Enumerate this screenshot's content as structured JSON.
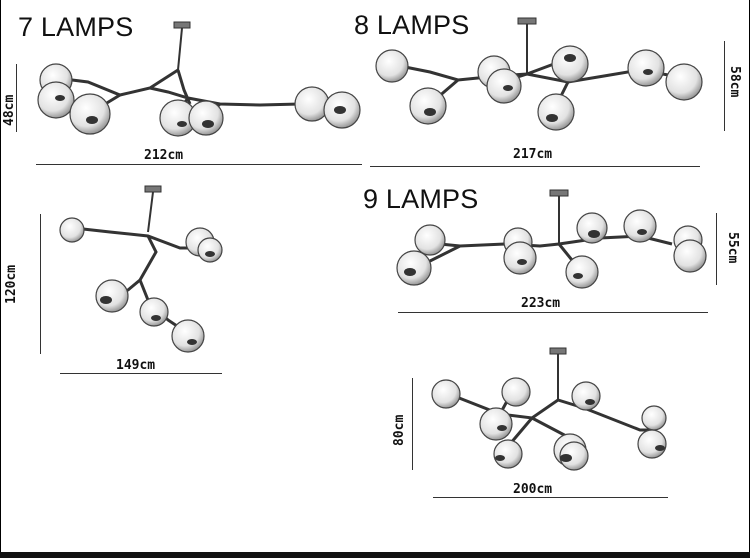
{
  "headings": {
    "seven": "7 LAMPS",
    "eight": "8 LAMPS",
    "nine": "9 LAMPS"
  },
  "dimensions": {
    "seven_height": "48cm",
    "seven_width": "212cm",
    "eight_height": "58cm",
    "eight_width": "217cm",
    "single_height": "120cm",
    "single_width": "149cm",
    "nine_height": "55cm",
    "nine_width": "223cm",
    "ten_height": "80cm",
    "ten_width": "200cm"
  },
  "colors": {
    "line": "#333333",
    "globe_fill": "#e9e9e9",
    "globe_stroke": "#444444"
  }
}
